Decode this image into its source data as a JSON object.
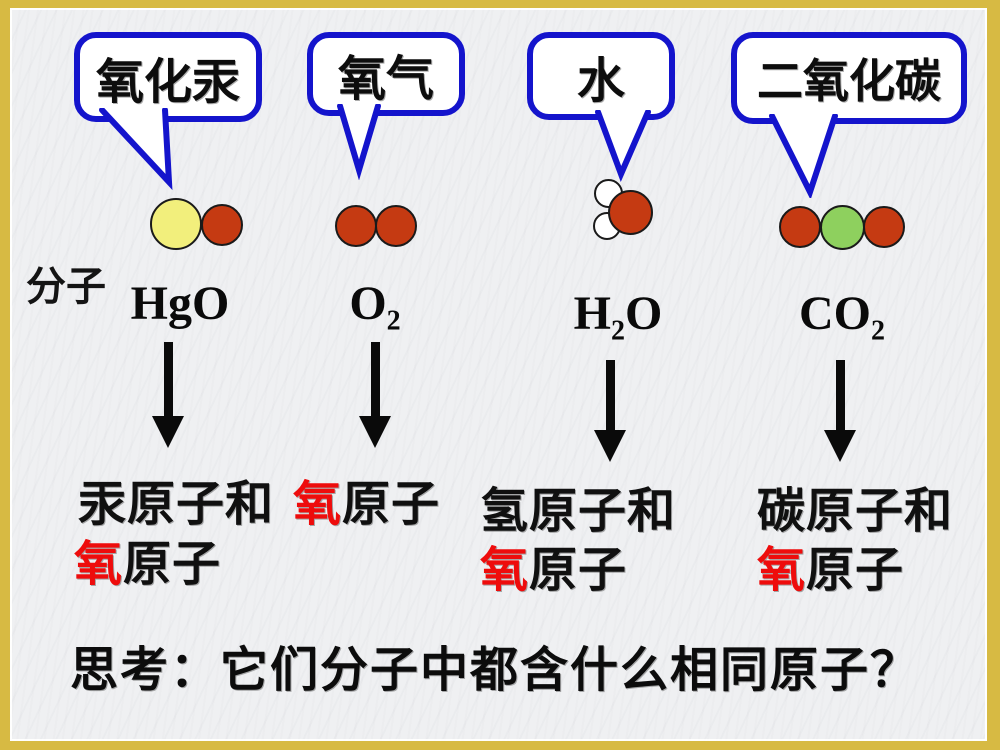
{
  "colors": {
    "frame_gold": "#d7ba43",
    "accent_blue": "#1414cc",
    "highlight_red": "#ee0c0c",
    "atom_mercury": "#f2ef7c",
    "atom_oxygen": "#c53a12",
    "atom_hydrogen": "#ffffff",
    "atom_carbon": "#8ed05e"
  },
  "row_label": "分子",
  "question": "思考：它们分子中都含什么相同原子？",
  "columns": [
    {
      "name": "mercury-oxide",
      "bubble_label": "氧化汞",
      "formula": {
        "pre": "HgO",
        "sub": "",
        "post": ""
      },
      "atoms": {
        "line1_black": "汞原子和",
        "line1_red": "",
        "line1_after": "",
        "line2_red": "氧",
        "line2_black": "原子"
      }
    },
    {
      "name": "oxygen-gas",
      "bubble_label": "氧气",
      "formula": {
        "pre": "O",
        "sub": "2",
        "post": ""
      },
      "atoms": {
        "line1_black": "",
        "line1_red": "氧",
        "line1_after": "原子",
        "line2_red": "",
        "line2_black": ""
      }
    },
    {
      "name": "water",
      "bubble_label": "水",
      "formula": {
        "pre": "H",
        "sub": "2",
        "post": "O"
      },
      "atoms": {
        "line1_black": "氢原子和",
        "line1_red": "",
        "line1_after": "",
        "line2_red": "氧",
        "line2_black": "原子"
      }
    },
    {
      "name": "carbon-dioxide",
      "bubble_label": "二氧化碳",
      "formula": {
        "pre": "CO",
        "sub": "2",
        "post": ""
      },
      "atoms": {
        "line1_black": "碳原子和",
        "line1_red": "",
        "line1_after": "",
        "line2_red": "氧",
        "line2_black": "原子"
      }
    }
  ]
}
